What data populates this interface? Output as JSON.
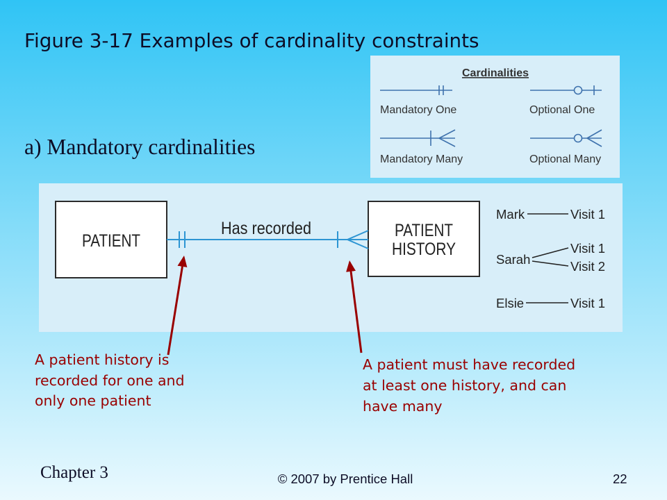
{
  "slide": {
    "title": "Figure 3-17 Examples of cardinality constraints",
    "subtitle": "a) Mandatory cardinalities",
    "footer": {
      "chapter": "Chapter 3",
      "copyright": "© 2007 by Prentice Hall",
      "page_number": "22"
    }
  },
  "legend": {
    "heading": "Cardinalities",
    "items": [
      {
        "label": "Mandatory One",
        "symbol": "mandatory-one-symbol"
      },
      {
        "label": "Optional One",
        "symbol": "optional-one-symbol"
      },
      {
        "label": "Mandatory Many",
        "symbol": "mandatory-many-symbol"
      },
      {
        "label": "Optional Many",
        "symbol": "optional-many-symbol"
      }
    ]
  },
  "diagram": {
    "left_entity": "PATIENT",
    "right_entity": [
      "PATIENT",
      "HISTORY"
    ],
    "relationship": "Has recorded",
    "instances": [
      {
        "patient": "Mark",
        "visits": [
          "Visit 1"
        ]
      },
      {
        "patient": "Sarah",
        "visits": [
          "Visit 1",
          "Visit 2"
        ]
      },
      {
        "patient": "Elsie",
        "visits": [
          "Visit 1"
        ]
      }
    ]
  },
  "annotations": {
    "left": [
      "A patient history is",
      "recorded for one and",
      "only one patient"
    ],
    "right": [
      "A patient must have recorded",
      "at least one history, and can",
      "have many"
    ]
  },
  "colors": {
    "background_top": "#30c4f5",
    "background_bottom": "#eaf9fe",
    "panel": "#d8eef9",
    "text": "#0d0d26",
    "legend_text": "#333333",
    "legend_line": "#3f72ad",
    "diagram_text": "#222222",
    "relationship_line": "#2d95d3",
    "annotation": "#990000"
  }
}
